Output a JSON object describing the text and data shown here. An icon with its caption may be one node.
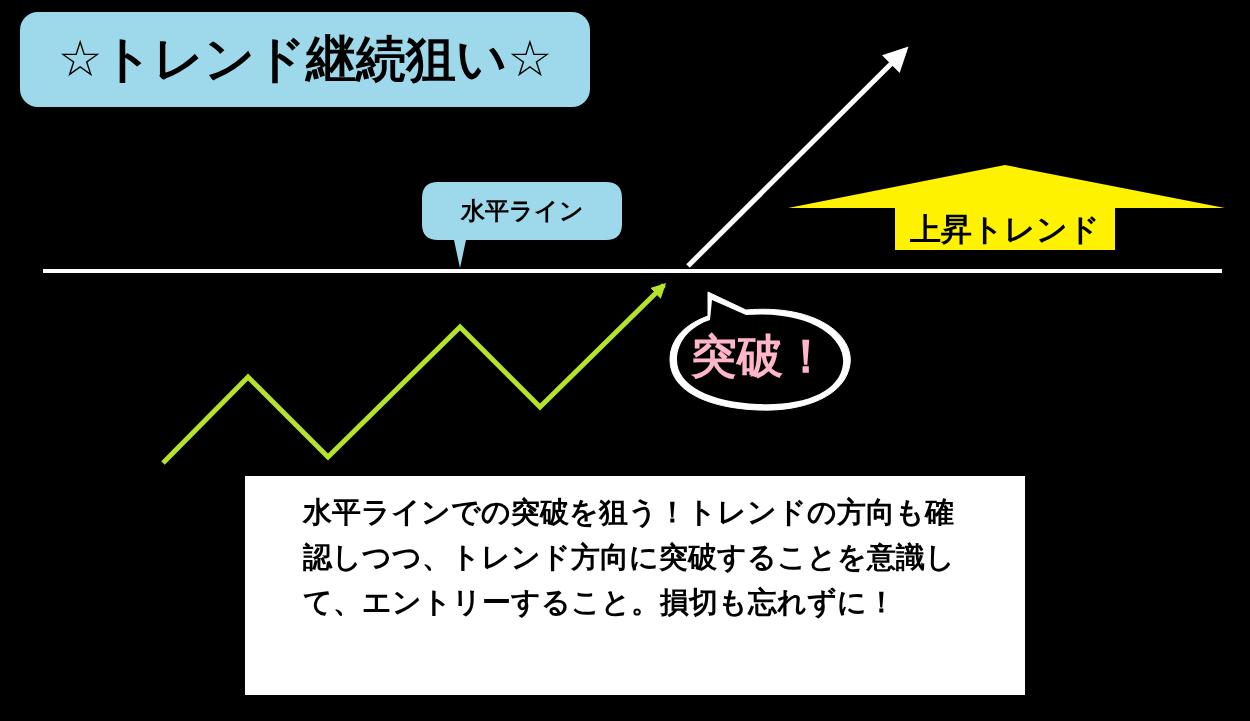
{
  "diagram": {
    "title": "☆トレンド継続狙い☆",
    "nodes": [
      {
        "text": [
          "水平ライン"
        ]
      },
      {
        "text": [
          "上昇トレンド"
        ]
      },
      {
        "text": [
          "突破！"
        ]
      },
      {
        "text": [
          "水平ラインでの突破を狙う！トレンドの方向も確認しつつ、トレンド方向に突破することを意識して、エントリーすること。損切も忘れずに！"
        ]
      }
    ]
  }
}
